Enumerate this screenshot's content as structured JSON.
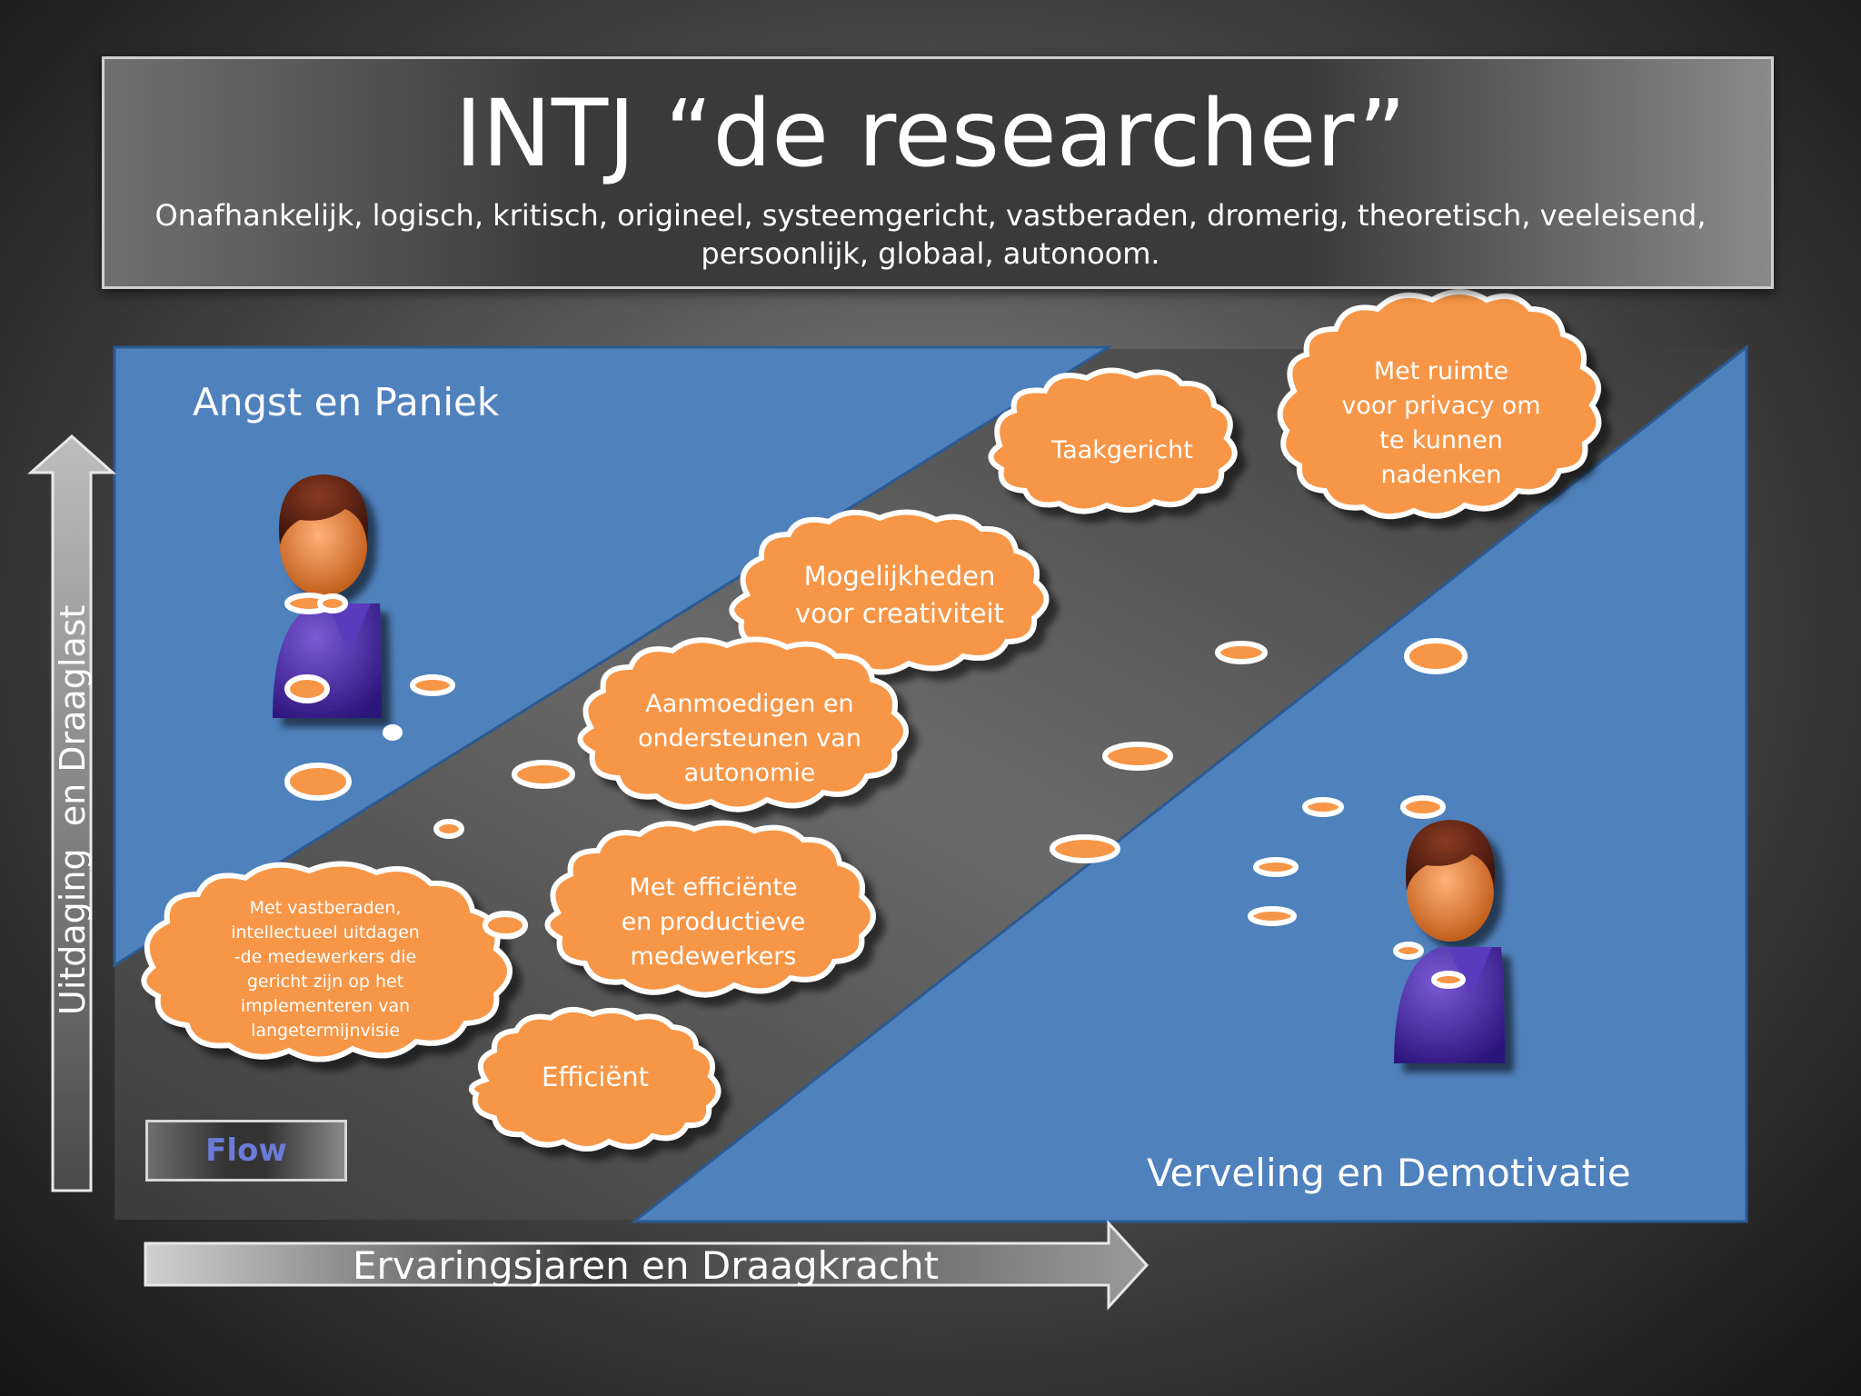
{
  "title": "INTJ “de researcher”",
  "subtitle": "Onafhankelijk, logisch, kritisch, origineel, systeemgericht, vastberaden, dromerig, theoretisch, veeleisend, persoonlijk, globaal, autonoom.",
  "zones": {
    "top_left": "Angst en Paniek",
    "bottom_right": "Verveling en Demotivatie",
    "flow": "Flow"
  },
  "axes": {
    "y_label": "Uitdaging  en Draaglast",
    "x_label": "Ervaringsjaren en Draagkracht"
  },
  "clouds": [
    {
      "id": "taakgericht",
      "text": "Taakgericht"
    },
    {
      "id": "privacy",
      "text": "Met ruimte\nvoor privacy om\nte kunnen\nnadenken"
    },
    {
      "id": "creativiteit",
      "text": "Mogelijkheden\nvoor creativiteit"
    },
    {
      "id": "autonomie",
      "text": "Aanmoedigen en\nondersteunen van\nautonomie"
    },
    {
      "id": "medewerkers",
      "text": "Met efficiënte\nen productieve\nmedewerkers"
    },
    {
      "id": "vastberaden",
      "text": "Met vastberaden,\nintellectueel uitdagen\n-de medewerkers die\ngericht zijn op het\nimplementeren van\nlangetermijnvisie"
    },
    {
      "id": "efficient",
      "text": "Efficiënt"
    }
  ],
  "colors": {
    "zone_blue": "#4f81bd",
    "cloud_orange": "#f79646",
    "band_gray": "#4a4a4a",
    "person_suit": "#4b2a9e"
  },
  "icons": [
    "person-icon-anxious",
    "person-icon-bored",
    "up-arrow-icon",
    "right-arrow-icon"
  ]
}
